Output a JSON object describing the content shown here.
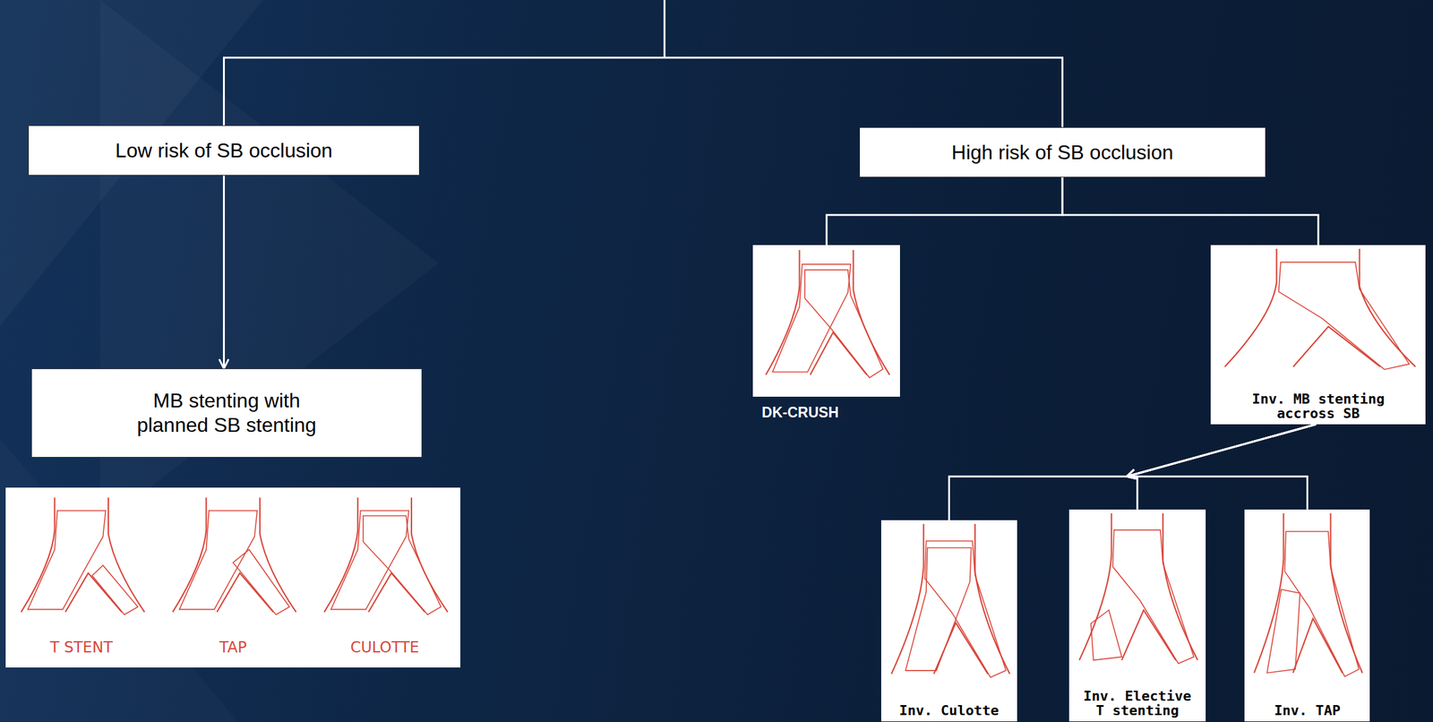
{
  "diagram": {
    "nodes": [
      {
        "text": [
          "Low risk of SB occlusion"
        ]
      },
      {
        "text": [
          "High risk of SB occlusion"
        ]
      },
      {
        "text": [
          "DK-CRUSH"
        ]
      },
      {
        "text": [
          "Inv. MB stenting accross SB"
        ]
      },
      {
        "text": [
          "MB stenting with planned SB stenting"
        ]
      },
      {
        "text": [
          "T STENT",
          "TAP",
          "CULOTTE"
        ]
      },
      {
        "text": [
          "Inv. Culotte"
        ]
      },
      {
        "text": [
          "Inv. Elective T stenting"
        ]
      },
      {
        "text": [
          "Inv. TAP"
        ]
      }
    ],
    "edges": [
      {
        "from": 0,
        "to": 1,
        "arrow": "none"
      },
      {
        "from": 0,
        "to": 4,
        "arrow": "to"
      },
      {
        "from": 1,
        "to": 2,
        "arrow": "none"
      },
      {
        "from": 1,
        "to": 3,
        "arrow": "none"
      },
      {
        "from": 3,
        "to": 6,
        "arrow": "to"
      },
      {
        "from": 3,
        "to": 7,
        "arrow": "to"
      },
      {
        "from": 3,
        "to": 8,
        "arrow": "to"
      }
    ]
  }
}
